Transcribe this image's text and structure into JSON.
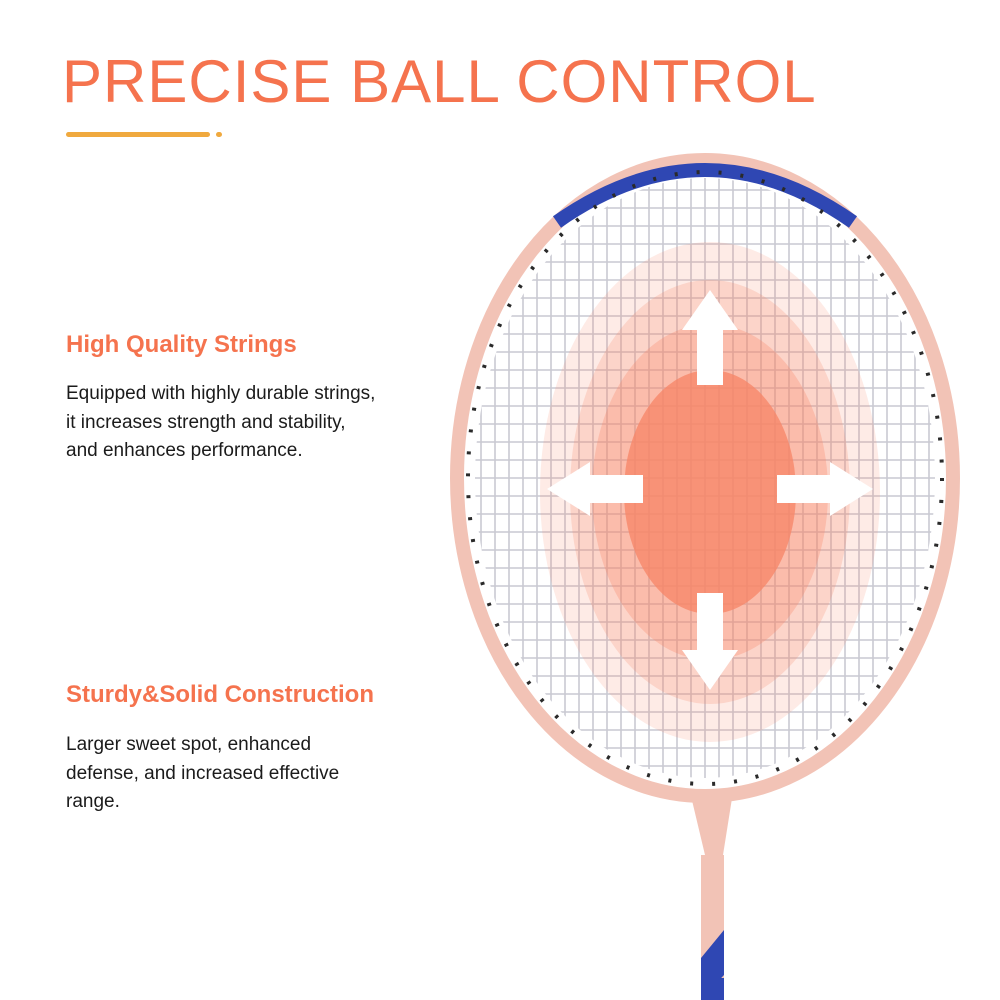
{
  "header": {
    "title": "PRECISE BALL CONTROL"
  },
  "features": [
    {
      "heading": "High Quality Strings",
      "description_lines": [
        "Equipped with highly durable strings,",
        "it increases strength and stability,",
        "and enhances performance."
      ]
    },
    {
      "heading": "Sturdy&Solid Construction",
      "description_lines": [
        "Larger sweet spot, enhanced",
        "defense, and increased effective",
        "range."
      ]
    }
  ],
  "colors": {
    "accent": "#f5734e",
    "underline": "#f0a93e",
    "frame": "#f2c3b6",
    "frame_tip": "#2f47b3",
    "sweet_spot": "#f78466"
  },
  "icons": [
    "arrow-up-icon",
    "arrow-down-icon",
    "arrow-left-icon",
    "arrow-right-icon"
  ]
}
